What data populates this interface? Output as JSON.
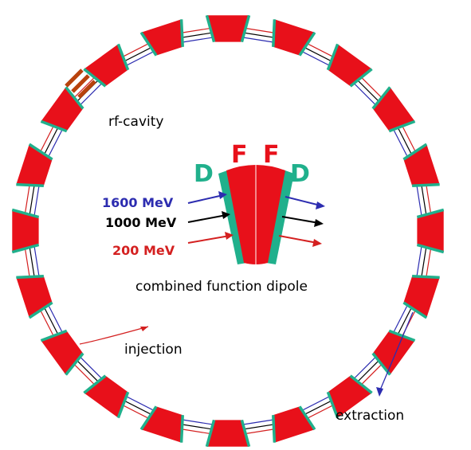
{
  "labels": {
    "rf_cavity": "rf-cavity",
    "injection": "injection",
    "extraction": "extraction",
    "combined_function_dipole": "combined function dipole",
    "focusing_letter_left": "F",
    "focusing_letter_right": "F",
    "defocusing_letter_left": "D",
    "defocusing_letter_right": "D"
  },
  "energies": [
    {
      "label": "1600 MeV",
      "color": "#2c2cb0"
    },
    {
      "label": "1000 MeV",
      "color": "#000000"
    },
    {
      "label": "200 MeV",
      "color": "#d42020"
    }
  ],
  "colors": {
    "magnet_core": "#e8101a",
    "magnet_edge": "#20b08c",
    "rf_cavity": "#b8420c",
    "beam_high": "#2c2cb0",
    "beam_mid": "#000000",
    "beam_low": "#d42020"
  },
  "ring": {
    "magnet_count": 20
  }
}
